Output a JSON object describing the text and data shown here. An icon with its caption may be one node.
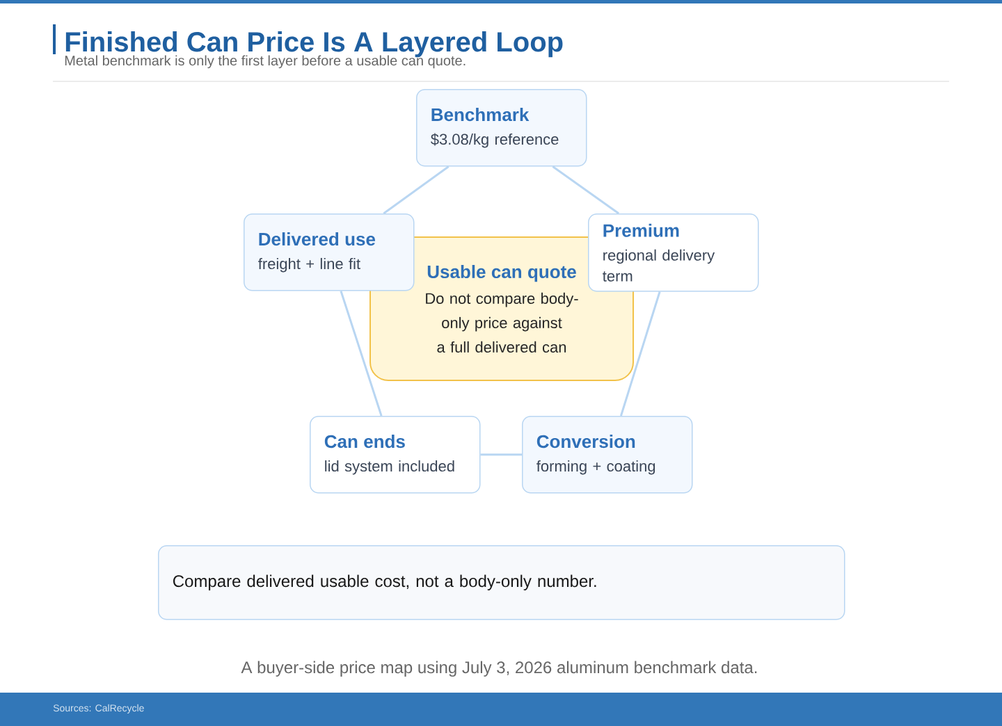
{
  "diagram": {
    "title": "Finished Can Price Is A Layered Loop",
    "caption": "A buyer-side price map using July 3, 2026 aluminum benchmark data.",
    "nodes": [
      {
        "text": [
          "Benchmark",
          "$3.08/kg reference"
        ]
      },
      {
        "text": [
          "Premium",
          "regional delivery term"
        ]
      },
      {
        "text": [
          "Conversion",
          "forming + coating"
        ]
      },
      {
        "text": [
          "Can ends",
          "lid system included"
        ]
      },
      {
        "text": [
          "Delivered use",
          "freight + line fit"
        ]
      },
      {
        "text": [
          "Usable can quote",
          "Do not compare body-only price against a full delivered can"
        ]
      },
      {
        "text": [
          "Compare delivered usable cost, not a body-only number."
        ]
      }
    ],
    "edges": [
      {
        "from": 0,
        "to": 1,
        "arrow": "none"
      },
      {
        "from": 1,
        "to": 2,
        "arrow": "none"
      },
      {
        "from": 2,
        "to": 3,
        "arrow": "none"
      },
      {
        "from": 3,
        "to": 4,
        "arrow": "none"
      },
      {
        "from": 4,
        "to": 0,
        "arrow": "none"
      }
    ],
    "labels": [
      "Metal benchmark is only the first layer before a usable can quote.",
      "Sources: CalRecycle"
    ]
  }
}
